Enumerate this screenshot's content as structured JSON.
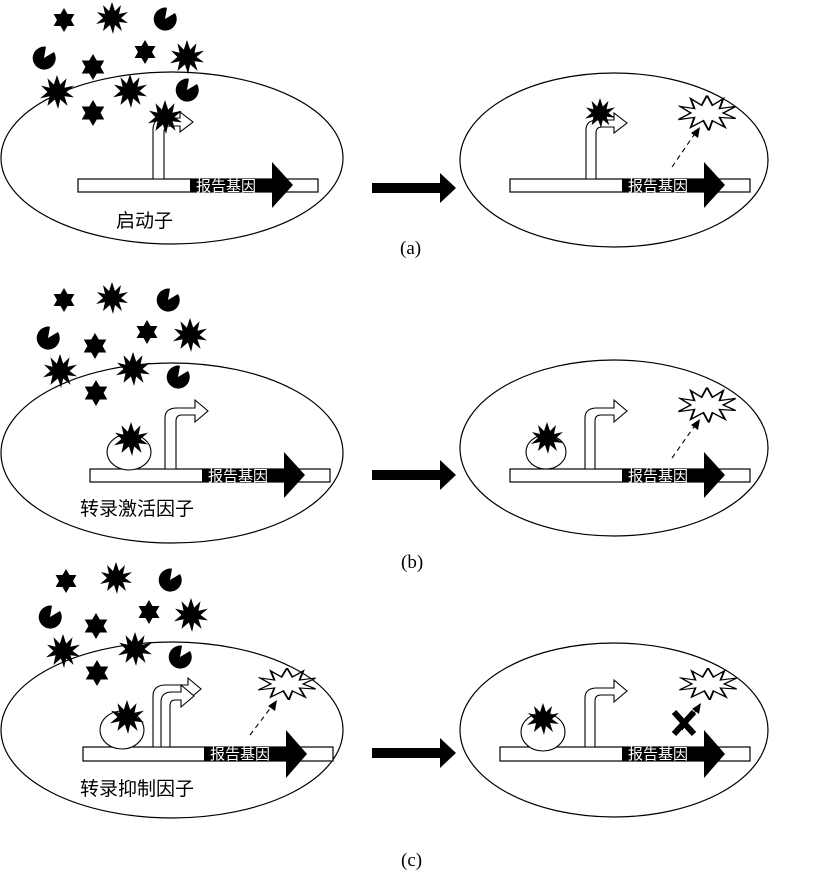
{
  "figure": {
    "reporter_gene_label": "报告基因",
    "panels": [
      {
        "id": "a",
        "label": "(a)",
        "caption": "启动子",
        "description": "Inducer binds promoter directly; reporter gene expressed"
      },
      {
        "id": "b",
        "label": "(b)",
        "caption": "转录激活因子",
        "description": "Inducer binds transcription activator; reporter gene expressed"
      },
      {
        "id": "c",
        "label": "(c)",
        "caption": "转录抑制因子",
        "description": "Inducer binds transcription repressor; reporter expression blocked"
      }
    ],
    "icons": {
      "inducer_shapes": [
        "six-point-star",
        "spiky-burst",
        "pacman"
      ],
      "reporter_signal": "open-burst",
      "block_mark": "x-mark",
      "transition": "right-arrow"
    }
  }
}
